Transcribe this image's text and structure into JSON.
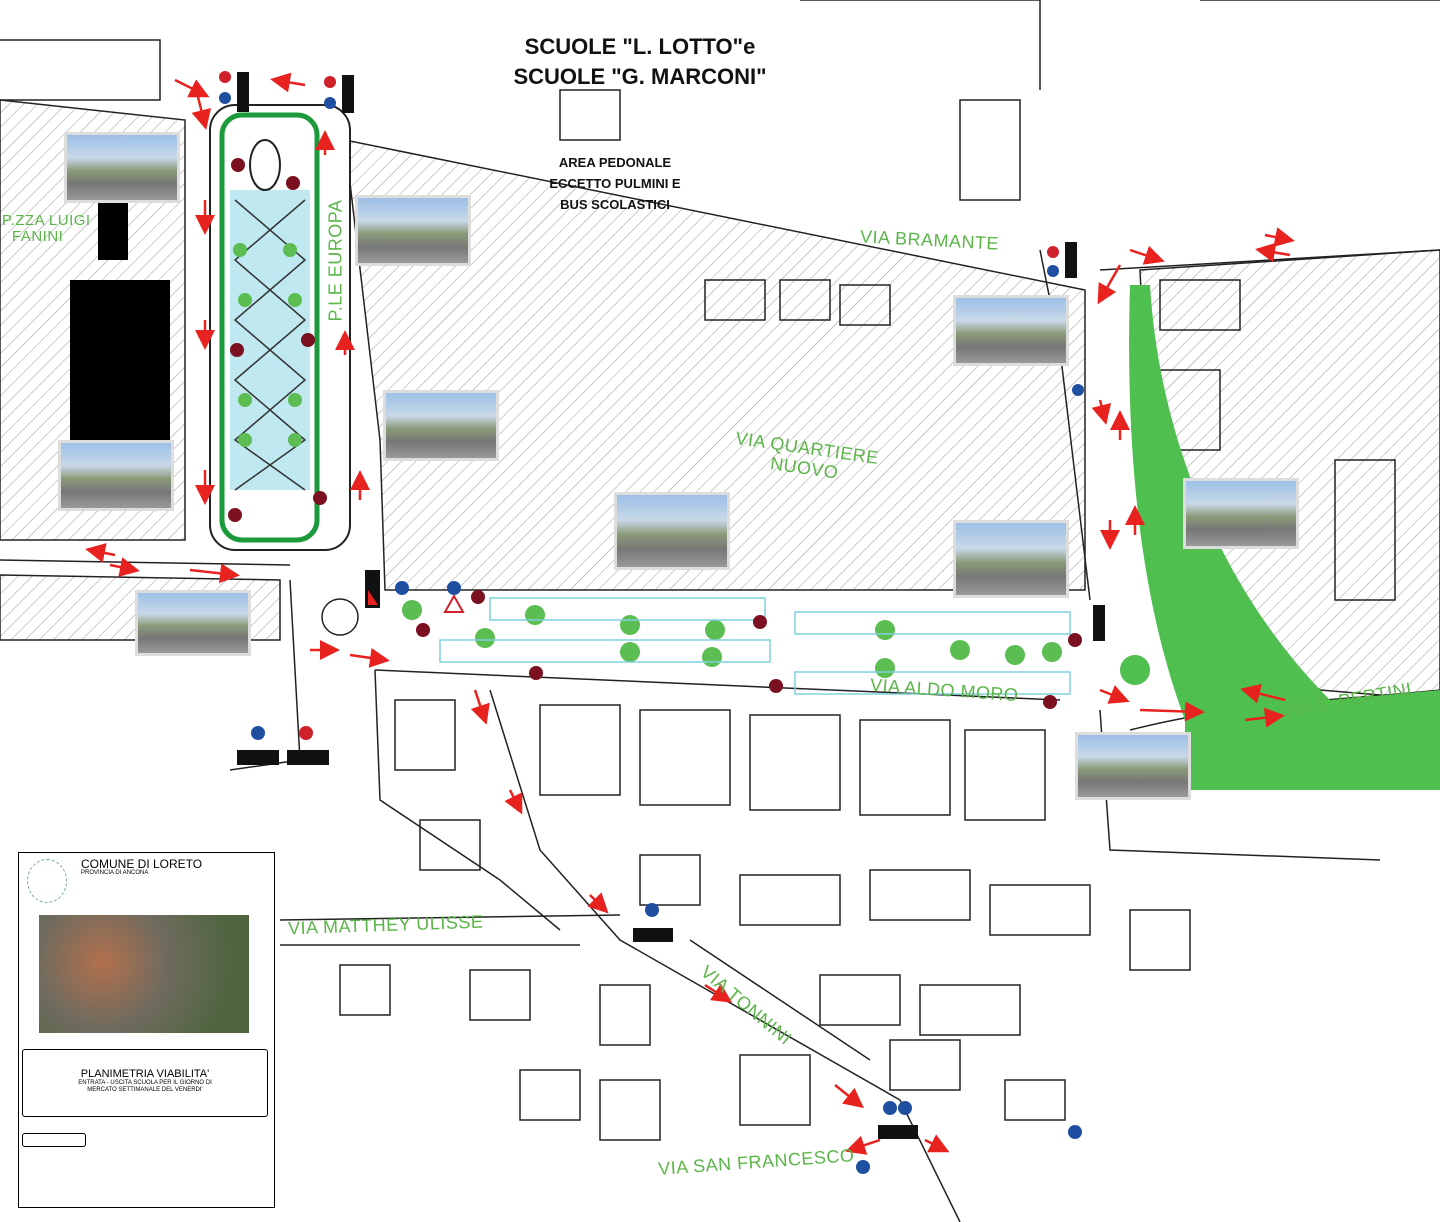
{
  "title": {
    "line1": "SCUOLE \"L. LOTTO\"e",
    "line2": "SCUOLE \"G. MARCONI\""
  },
  "pedestrian_area": {
    "line1": "AREA PEDONALE",
    "line2": "ECCETTO PULMINI E",
    "line3": "BUS SCOLASTICI"
  },
  "streets": {
    "fanini_1": "P.ZZA LUIGI",
    "fanini_2": "FANINI",
    "europa": "P.LE EUROPA",
    "bramante": "VIA BRAMANTE",
    "quartiere_1": "VIA QUARTIERE",
    "quartiere_2": "NUOVO",
    "aldo_moro": "VIA ALDO MORO",
    "pertini": "VIA S. PERTINI",
    "matthey": "VIA MATTHEY ULISSE",
    "tonnini": "VIA TONNINI",
    "san_francesco": "VIA SAN FRANCESCO"
  },
  "title_block": {
    "comune": "COMUNE DI LORETO",
    "provincia": "PROVINCIA DI ANCONA",
    "plan_title": "PLANIMETRIA VIABILITA'",
    "subtitle_1": "ENTRATA - USCITA SCUOLA PER IL GIORNO DI",
    "subtitle_2": "MERCATO SETTIMANALE DEL VENERDI'"
  },
  "colors": {
    "arrow": "#e8221f",
    "street_label": "#5bb548",
    "parking": "#7fd0e0",
    "green": "#3fb84a",
    "sign_blue": "#1f4fa0",
    "sign_red": "#d0202a"
  }
}
